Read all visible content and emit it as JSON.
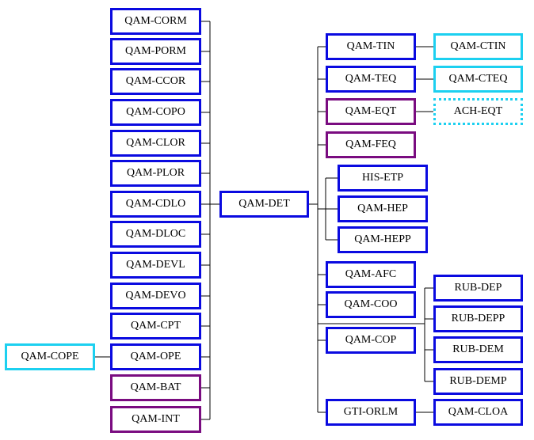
{
  "diagram": {
    "root": "QAM-DET",
    "left_children": [
      {
        "label": "QAM-CORM",
        "style": "blue"
      },
      {
        "label": "QAM-PORM",
        "style": "blue"
      },
      {
        "label": "QAM-CCOR",
        "style": "blue"
      },
      {
        "label": "QAM-COPO",
        "style": "blue"
      },
      {
        "label": "QAM-CLOR",
        "style": "blue"
      },
      {
        "label": "QAM-PLOR",
        "style": "blue"
      },
      {
        "label": "QAM-CDLO",
        "style": "blue"
      },
      {
        "label": "QAM-DLOC",
        "style": "blue"
      },
      {
        "label": "QAM-DEVL",
        "style": "blue"
      },
      {
        "label": "QAM-DEVO",
        "style": "blue"
      },
      {
        "label": "QAM-CPT",
        "style": "blue"
      },
      {
        "label": "QAM-OPE",
        "style": "blue",
        "child": {
          "label": "QAM-COPE",
          "style": "cyan"
        }
      },
      {
        "label": "QAM-BAT",
        "style": "purple"
      },
      {
        "label": "QAM-INT",
        "style": "purple"
      }
    ],
    "right_children": [
      {
        "label": "QAM-TIN",
        "style": "blue",
        "child": {
          "label": "QAM-CTIN",
          "style": "cyan"
        }
      },
      {
        "label": "QAM-TEQ",
        "style": "blue",
        "child": {
          "label": "QAM-CTEQ",
          "style": "cyan"
        }
      },
      {
        "label": "QAM-EQT",
        "style": "purple",
        "child": {
          "label": "ACH-EQT",
          "style": "cyan-dotted"
        }
      },
      {
        "label": "QAM-FEQ",
        "style": "purple"
      },
      {
        "group": [
          "HIS-ETP",
          "QAM-HEP",
          "QAM-HEPP"
        ],
        "style": "blue"
      },
      {
        "label": "QAM-AFC",
        "style": "blue"
      },
      {
        "label": "QAM-COO",
        "style": "blue"
      },
      {
        "group": [
          "RUB-DEP",
          "RUB-DEPP",
          "RUB-DEM",
          "RUB-DEMP"
        ],
        "style": "blue"
      },
      {
        "label": "QAM-COP",
        "style": "blue"
      },
      {
        "label": "GTI-ORLM",
        "style": "blue",
        "child": {
          "label": "QAM-CLOA",
          "style": "blue"
        }
      }
    ]
  },
  "nodes": {
    "det": "QAM-DET",
    "corm": "QAM-CORM",
    "porm": "QAM-PORM",
    "ccor": "QAM-CCOR",
    "copo": "QAM-COPO",
    "clor": "QAM-CLOR",
    "plor": "QAM-PLOR",
    "cdlo": "QAM-CDLO",
    "dloc": "QAM-DLOC",
    "devl": "QAM-DEVL",
    "devo": "QAM-DEVO",
    "cpt": "QAM-CPT",
    "ope": "QAM-OPE",
    "cope": "QAM-COPE",
    "bat": "QAM-BAT",
    "int": "QAM-INT",
    "tin": "QAM-TIN",
    "ctin": "QAM-CTIN",
    "teq": "QAM-TEQ",
    "cteq": "QAM-CTEQ",
    "eqt": "QAM-EQT",
    "acheqt": "ACH-EQT",
    "feq": "QAM-FEQ",
    "hisetp": "HIS-ETP",
    "hep": "QAM-HEP",
    "hepp": "QAM-HEPP",
    "afc": "QAM-AFC",
    "coo": "QAM-COO",
    "cop": "QAM-COP",
    "rubdep": "RUB-DEP",
    "rubdepp": "RUB-DEPP",
    "rubdem": "RUB-DEM",
    "rubdemp": "RUB-DEMP",
    "gtiorlm": "GTI-ORLM",
    "cloa": "QAM-CLOA"
  },
  "colors": {
    "blue": "#0a0ae0",
    "purple": "#7a0c80",
    "cyan": "#1cd0f0",
    "line": "#000000"
  }
}
